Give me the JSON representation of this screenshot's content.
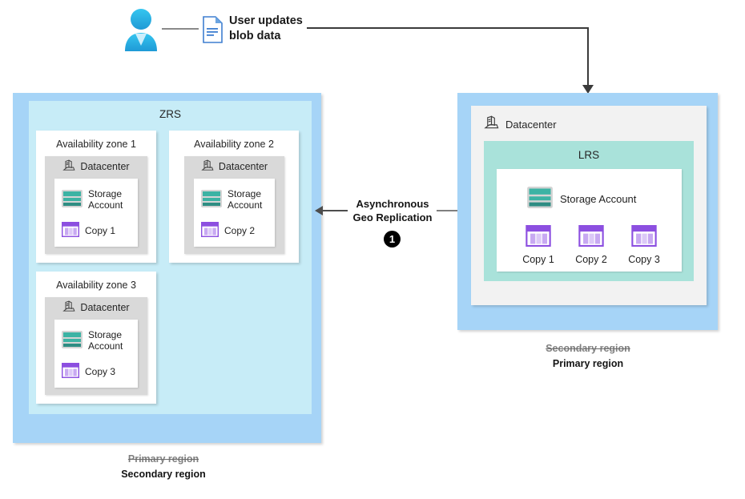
{
  "flow": {
    "user_icon": "user-icon",
    "doc_icon": "document-icon",
    "label": "User updates\nblob data",
    "label_line1": "User updates",
    "label_line2": "blob data"
  },
  "left_region": {
    "container_label": "ZRS",
    "zones": [
      {
        "title": "Availability zone 1",
        "datacenter_label": "Datacenter",
        "storage_label_line1": "Storage",
        "storage_label_line2": "Account",
        "copy_label": "Copy 1"
      },
      {
        "title": "Availability zone 2",
        "datacenter_label": "Datacenter",
        "storage_label_line1": "Storage",
        "storage_label_line2": "Account",
        "copy_label": "Copy 2"
      },
      {
        "title": "Availability zone 3",
        "datacenter_label": "Datacenter",
        "storage_label_line1": "Storage",
        "storage_label_line2": "Account",
        "copy_label": "Copy 3"
      }
    ],
    "caption_struck": "Primary region",
    "caption_current": "Secondary region"
  },
  "replication": {
    "label_line1": "Asynchronous",
    "label_line2": "Geo Replication",
    "step_number": "1",
    "direction": "right-to-left"
  },
  "right_region": {
    "datacenter_label": "Datacenter",
    "container_label": "LRS",
    "storage_label": "Storage Account",
    "copies": [
      "Copy 1",
      "Copy 2",
      "Copy 3"
    ],
    "caption_struck": "Secondary region",
    "caption_current": "Primary region"
  },
  "colors": {
    "region_blue": "#a6d4f7",
    "zrs_cyan": "#c7ecf7",
    "lrs_teal": "#a9e2da",
    "datacenter_grey": "#d9d9d9",
    "panel_grey": "#f2f2f2",
    "storage_teal": "#3cb3a4",
    "copy_purple": "#8c4fe0",
    "user_blue": "#29abe2",
    "badge_black": "#000000"
  }
}
